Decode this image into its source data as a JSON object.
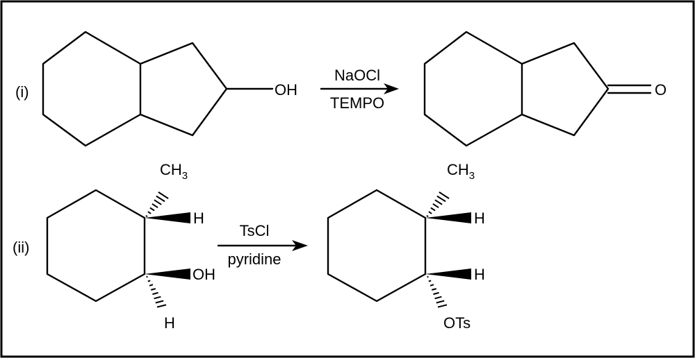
{
  "reactions": [
    {
      "label": "(i)",
      "reactant_group": "OH",
      "reagent_top": "NaOCl",
      "reagent_bottom": "TEMPO",
      "product_group": "O"
    },
    {
      "label": "(ii)",
      "reactant": {
        "methyl_main": "CH",
        "methyl_sub": "3",
        "h_top": "H",
        "oh": "OH",
        "h_bottom": "H"
      },
      "reagent_top": "TsCl",
      "reagent_bottom": "pyridine",
      "product": {
        "methyl_main": "CH",
        "methyl_sub": "3",
        "h_top": "H",
        "h_bottom": "H",
        "ots": "OTs"
      }
    }
  ]
}
